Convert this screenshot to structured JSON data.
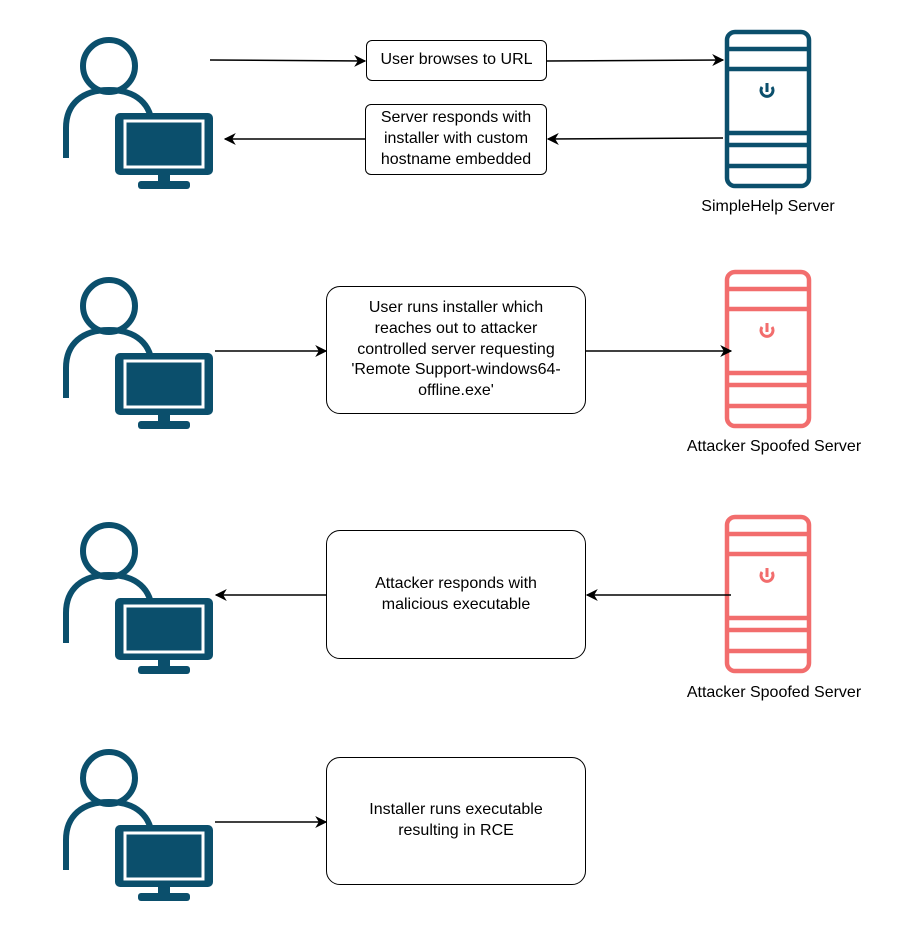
{
  "colors": {
    "user": "#0b4f6c",
    "legit_server": "#0b4f6c",
    "attacker_server": "#f26d6d",
    "arrow": "#000000"
  },
  "icons": {
    "user": "user-computer-icon",
    "server": "server-tower-icon"
  },
  "step1": {
    "request_label": "User browses to URL",
    "response_label": "Server responds with installer with custom hostname embedded",
    "server_label": "SimpleHelp Server"
  },
  "step2": {
    "message": "User runs installer which reaches out to attacker controlled server requesting 'Remote Support-windows64-offline.exe'",
    "server_label": "Attacker Spoofed Server"
  },
  "step3": {
    "message": "Attacker responds with malicious executable",
    "server_label": "Attacker Spoofed Server"
  },
  "step4": {
    "message": "Installer runs executable resulting in RCE"
  }
}
